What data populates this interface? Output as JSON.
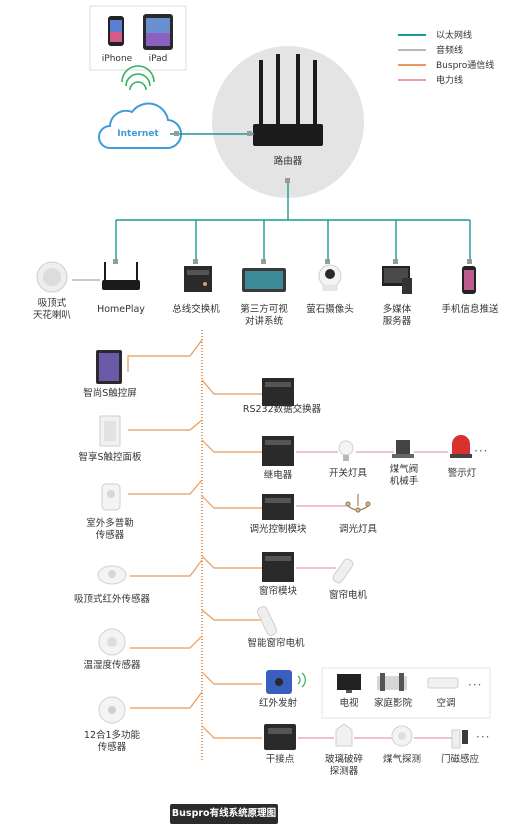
{
  "legend": [
    {
      "label": "以太网线",
      "color": "#1a9a96"
    },
    {
      "label": "音频线",
      "color": "#b8b8b8"
    },
    {
      "label": "Buspro通信线",
      "color": "#e89a5a"
    },
    {
      "label": "电力线",
      "color": "#e8a0b0"
    }
  ],
  "devices_top": {
    "iphone": "iPhone",
    "ipad": "iPad",
    "internet": "Internet",
    "router": "路由器"
  },
  "ethernet_row": [
    {
      "id": "speaker",
      "label1": "吸顶式",
      "label2": "天花喇叭"
    },
    {
      "id": "homeplay",
      "label1": "HomePlay",
      "label2": ""
    },
    {
      "id": "switch",
      "label1": "总线交换机",
      "label2": ""
    },
    {
      "id": "intercom",
      "label1": "第三方可视",
      "label2": "对讲系统"
    },
    {
      "id": "camera",
      "label1": "萤石摄像头",
      "label2": ""
    },
    {
      "id": "media",
      "label1": "多媒体",
      "label2": "服务器"
    },
    {
      "id": "phone",
      "label1": "手机信息推送",
      "label2": ""
    }
  ],
  "bus_left": [
    {
      "id": "touch-screen",
      "label1": "智尚S触控屏",
      "label2": ""
    },
    {
      "id": "touch-panel",
      "label1": "智享S触控面板",
      "label2": ""
    },
    {
      "id": "doppler",
      "label1": "室外多普勒",
      "label2": "传感器"
    },
    {
      "id": "ir-sensor",
      "label1": "吸顶式红外传感器",
      "label2": ""
    },
    {
      "id": "temp-sensor",
      "label1": "温湿度传感器",
      "label2": ""
    },
    {
      "id": "multi-sensor",
      "label1": "12合1多功能",
      "label2": "传感器"
    }
  ],
  "bus_right": [
    {
      "id": "rs232",
      "label": "RS232数据交换器"
    },
    {
      "id": "relay",
      "label": "继电器"
    },
    {
      "id": "dimmer",
      "label": "调光控制模块"
    },
    {
      "id": "curtain-module",
      "label": "窗帘模块"
    },
    {
      "id": "smart-curtain",
      "label": "智能窗帘电机"
    },
    {
      "id": "ir-emitter",
      "label": "红外发射"
    },
    {
      "id": "dry-contact",
      "label": "干接点"
    }
  ],
  "relay_loads": [
    "开关灯具",
    "煤气阀",
    "机械手",
    "警示灯"
  ],
  "dimmer_load": "调光灯具",
  "curtain_load": "窗帘电机",
  "ir_loads": [
    "电视",
    "家庭影院",
    "空调"
  ],
  "contact_loads": [
    {
      "label1": "玻璃破碎",
      "label2": "探测器"
    },
    {
      "label1": "煤气探测",
      "label2": ""
    },
    {
      "label1": "门磁感应",
      "label2": ""
    }
  ],
  "ellipsis": "···",
  "caption": "Buspro有线系统原理图"
}
